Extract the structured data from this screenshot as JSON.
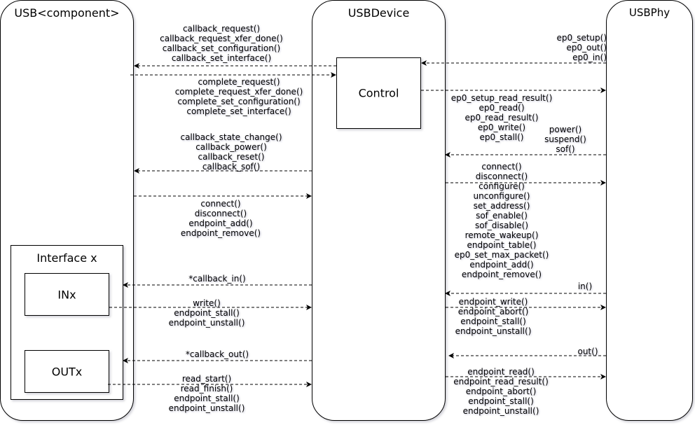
{
  "lanes": {
    "component": "USB<component>",
    "device": "USBDevice",
    "phy": "USBPhy"
  },
  "boxes": {
    "control": "Control",
    "interface": "Interface x",
    "in": "INx",
    "out": "OUTx"
  },
  "messages": {
    "callback_request": [
      "callback_request()",
      "callback_request_xfer_done()",
      "callback_set_configuration()",
      "callback_set_interface()"
    ],
    "complete_request": [
      "complete_request()",
      "complete_request_xfer_done()",
      "complete_set_configuration()",
      "complete_set_interface()"
    ],
    "callback_state": [
      "callback_state_change()",
      "callback_power()",
      "callback_reset()",
      "callback_sof()"
    ],
    "device_calls": [
      "connect()",
      "disconnect()",
      "endpoint_add()",
      "endpoint_remove()"
    ],
    "callback_in": [
      "*callback_in()"
    ],
    "in_calls": [
      "write()",
      "endpoint_stall()",
      "endpoint_unstall()"
    ],
    "callback_out": [
      "*callback_out()"
    ],
    "out_calls": [
      "read_start()",
      "read_finish()",
      "endpoint_stall()",
      "endpoint_unstall()"
    ],
    "ep0_events": [
      "ep0_setup()",
      "ep0_out()",
      "ep0_in()"
    ],
    "ep0_calls": [
      "ep0_setup_read_result()",
      "ep0_read()",
      "ep0_read_result()",
      "ep0_write()",
      "ep0_stall()"
    ],
    "phy_events": [
      "power()",
      "suspend()",
      "sof()"
    ],
    "phy_calls": [
      "connect()",
      "disconnect()",
      "configure()",
      "unconfigure()",
      "set_address()",
      "sof_enable()",
      "sof_disable()",
      "remote_wakeup()",
      "endpoint_table()",
      "ep0_set_max_packet()",
      "endpoint_add()",
      "endpoint_remove()"
    ],
    "phy_in": [
      "in()"
    ],
    "phy_in_calls": [
      "endpoint_write()",
      "endpoint_abort()",
      "endpoint_stall()",
      "endpoint_unstall()"
    ],
    "phy_out": [
      "out()"
    ],
    "phy_out_calls": [
      "endpoint_read()",
      "endpoint_read_result()",
      "endpoint_abort()",
      "endpoint_stall()",
      "endpoint_unstall()"
    ]
  }
}
